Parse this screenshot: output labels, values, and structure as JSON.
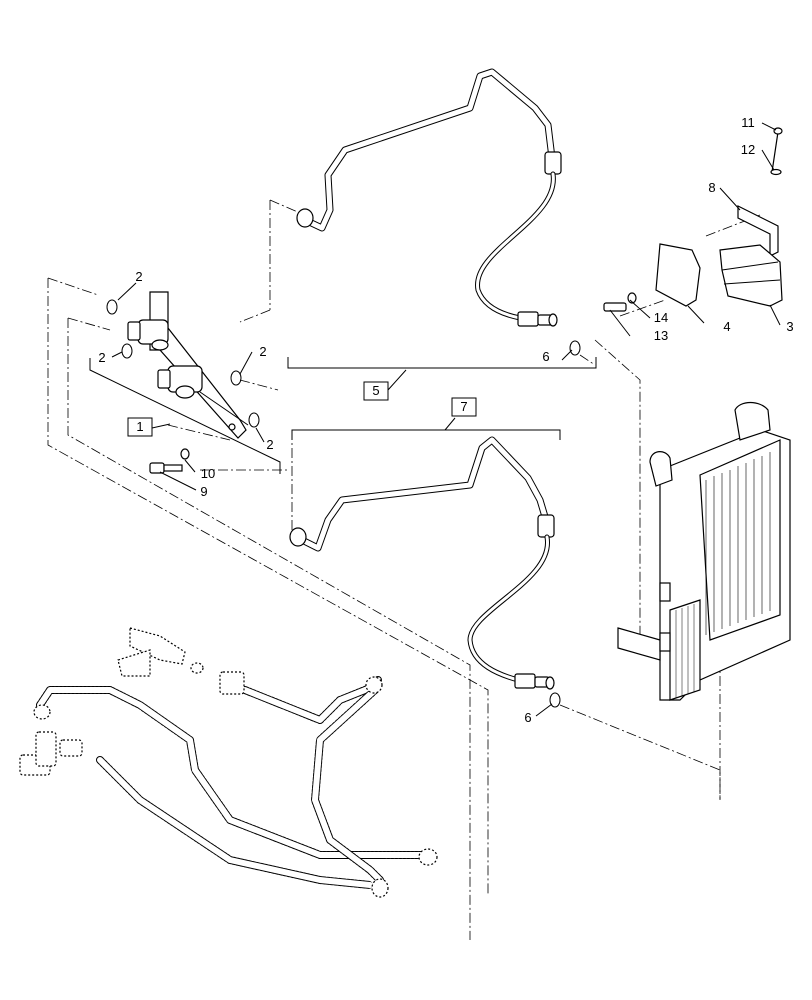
{
  "callouts": {
    "c1": "1",
    "c2a": "2",
    "c2b": "2",
    "c2c": "2",
    "c2d": "2",
    "c3": "3",
    "c4": "4",
    "c5": "5",
    "c6a": "6",
    "c6b": "6",
    "c7": "7",
    "c8": "8",
    "c9": "9",
    "c10": "10",
    "c11": "11",
    "c12": "12",
    "c13": "13",
    "c14": "14"
  },
  "boxed_callouts": [
    "1",
    "5",
    "7"
  ]
}
